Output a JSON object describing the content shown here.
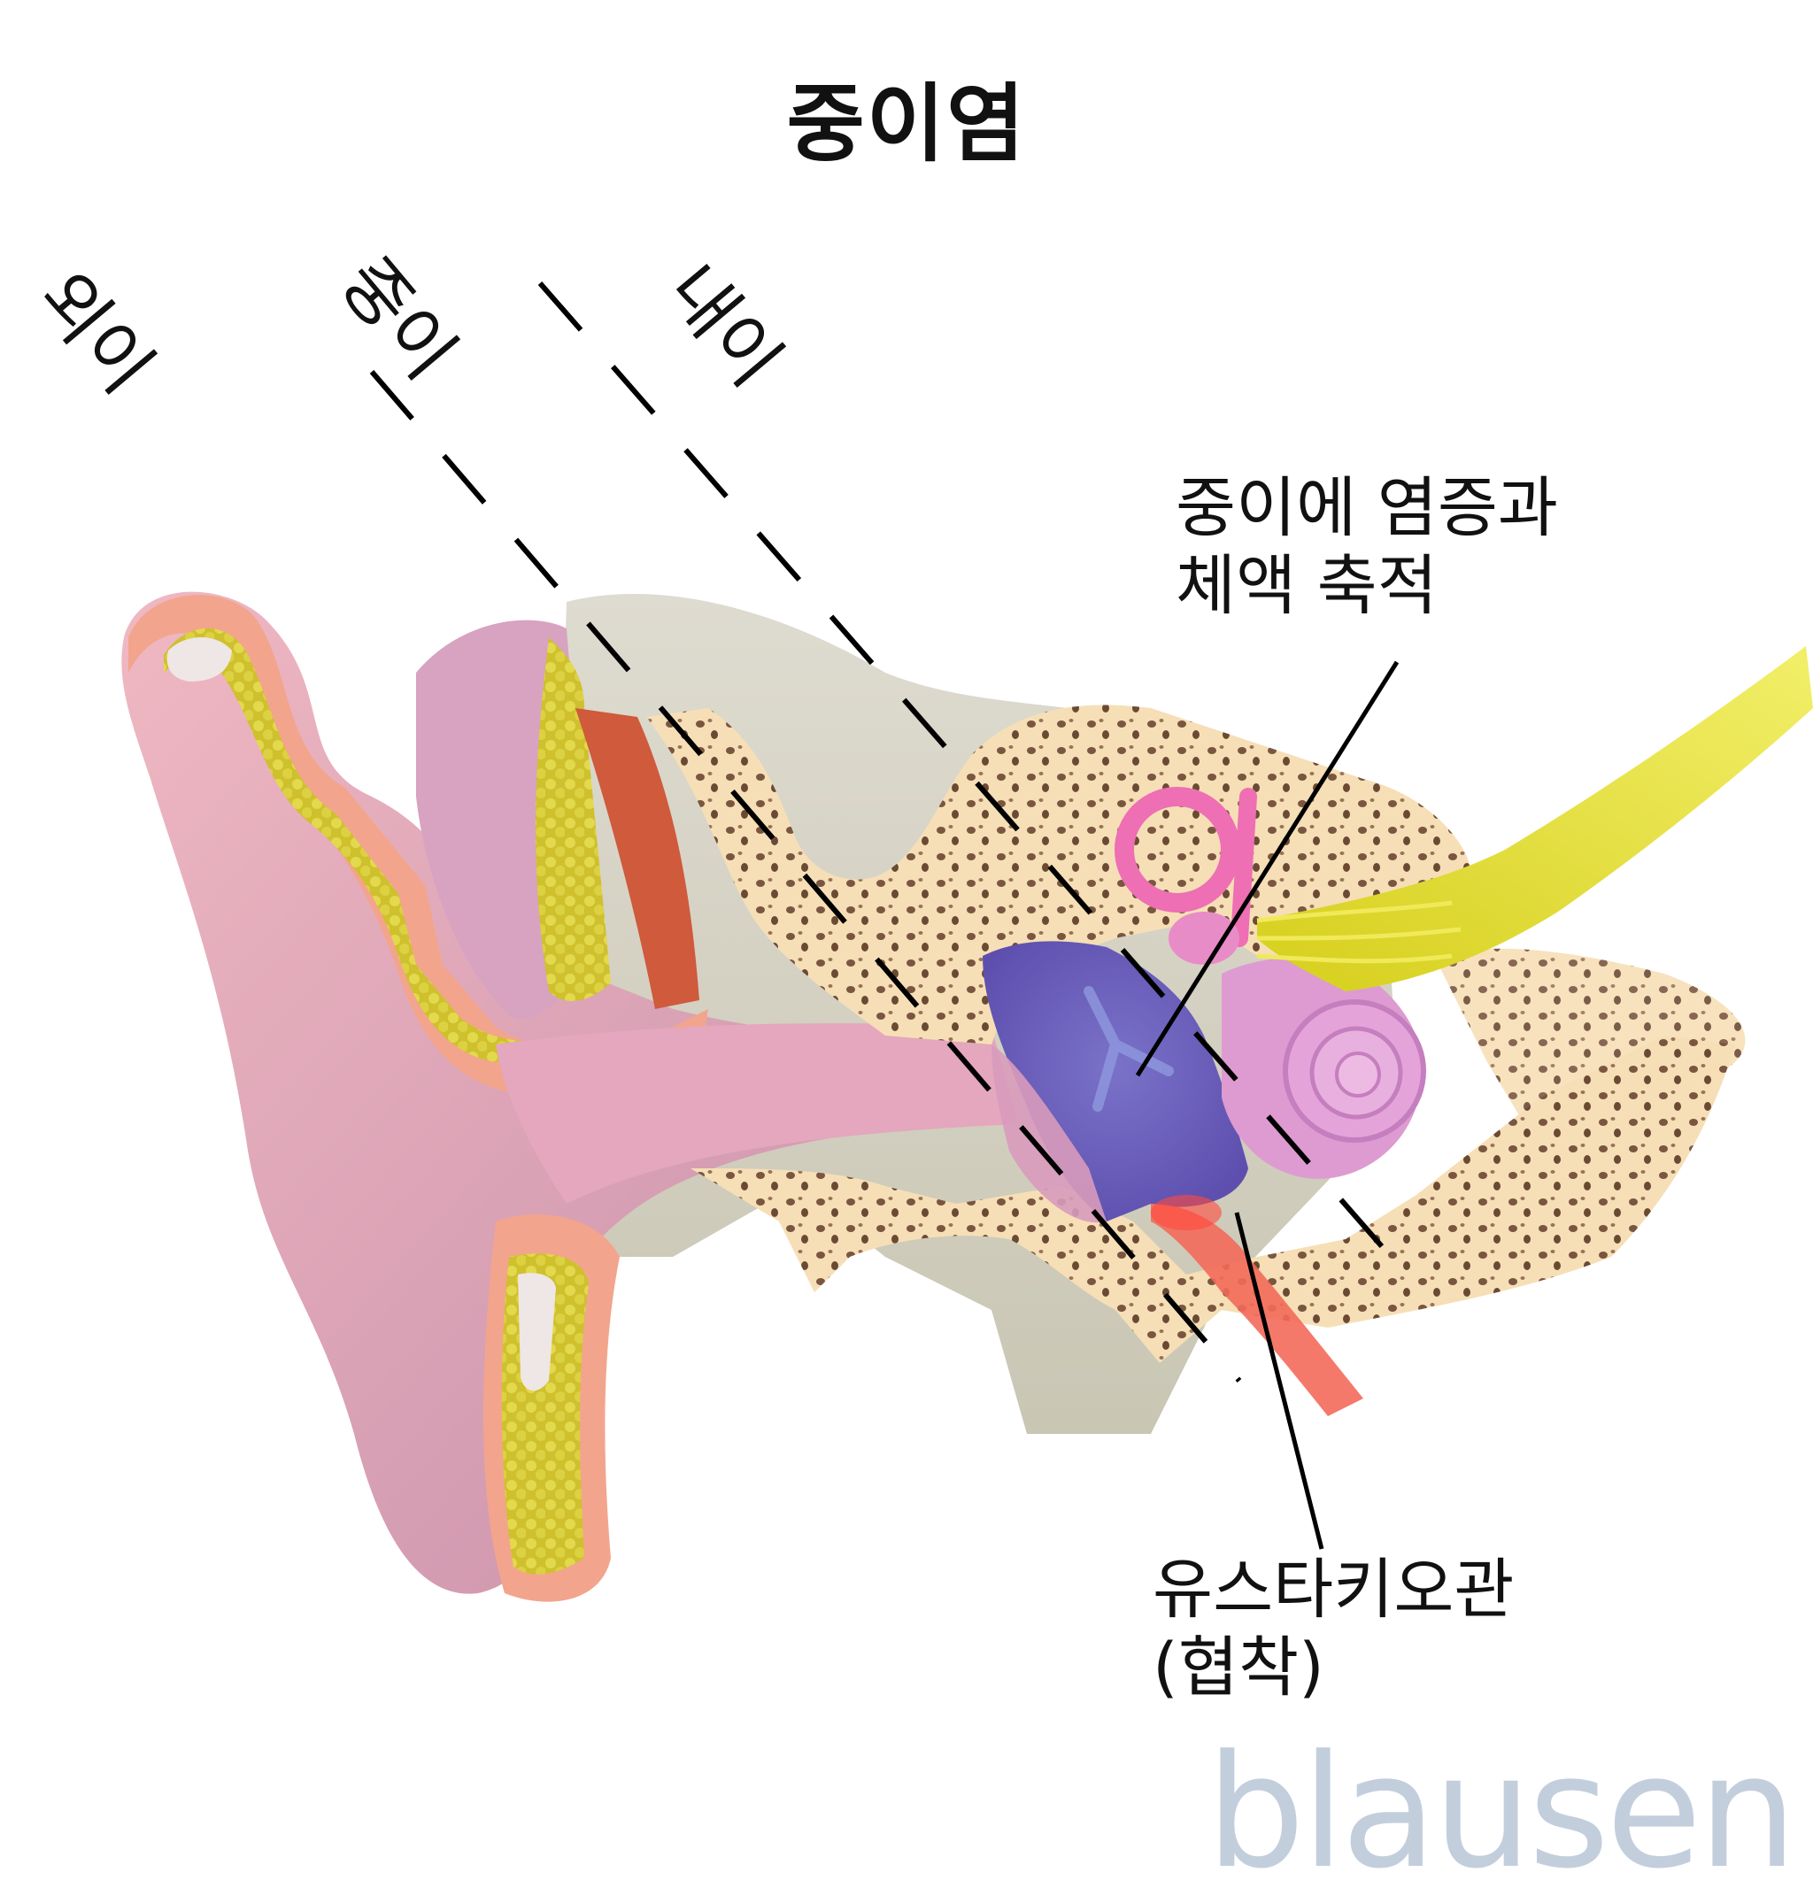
{
  "title": "중이염",
  "regions": [
    {
      "id": "outer-ear",
      "label": "외이"
    },
    {
      "id": "middle-ear",
      "label": "중이"
    },
    {
      "id": "inner-ear",
      "label": "내이"
    }
  ],
  "callouts": {
    "inflammation": {
      "line1": "중이에 염증과",
      "line2": "체액 축적"
    },
    "eustachian": {
      "line1": "유스타키오관",
      "line2": "(협착)"
    }
  },
  "logo": "blausen",
  "colors": {
    "skin": "#e8a9b6",
    "skin_shadow": "#b98aa6",
    "skin_edge": "#f2a58c",
    "fat": "#d9cc3a",
    "cartilage": "#efe6e6",
    "bone": "#f6dfb6",
    "bone_pore": "#6b4a34",
    "skull_gray": "#d3d0c2",
    "muscle": "#cf5a3c",
    "fluid": "#6c5fb9",
    "cochlea": "#e39ad6",
    "canals": "#ee6fb3",
    "nerve": "#e0dd26",
    "tube": "#f36a5a",
    "logo": "#c3cedd"
  }
}
